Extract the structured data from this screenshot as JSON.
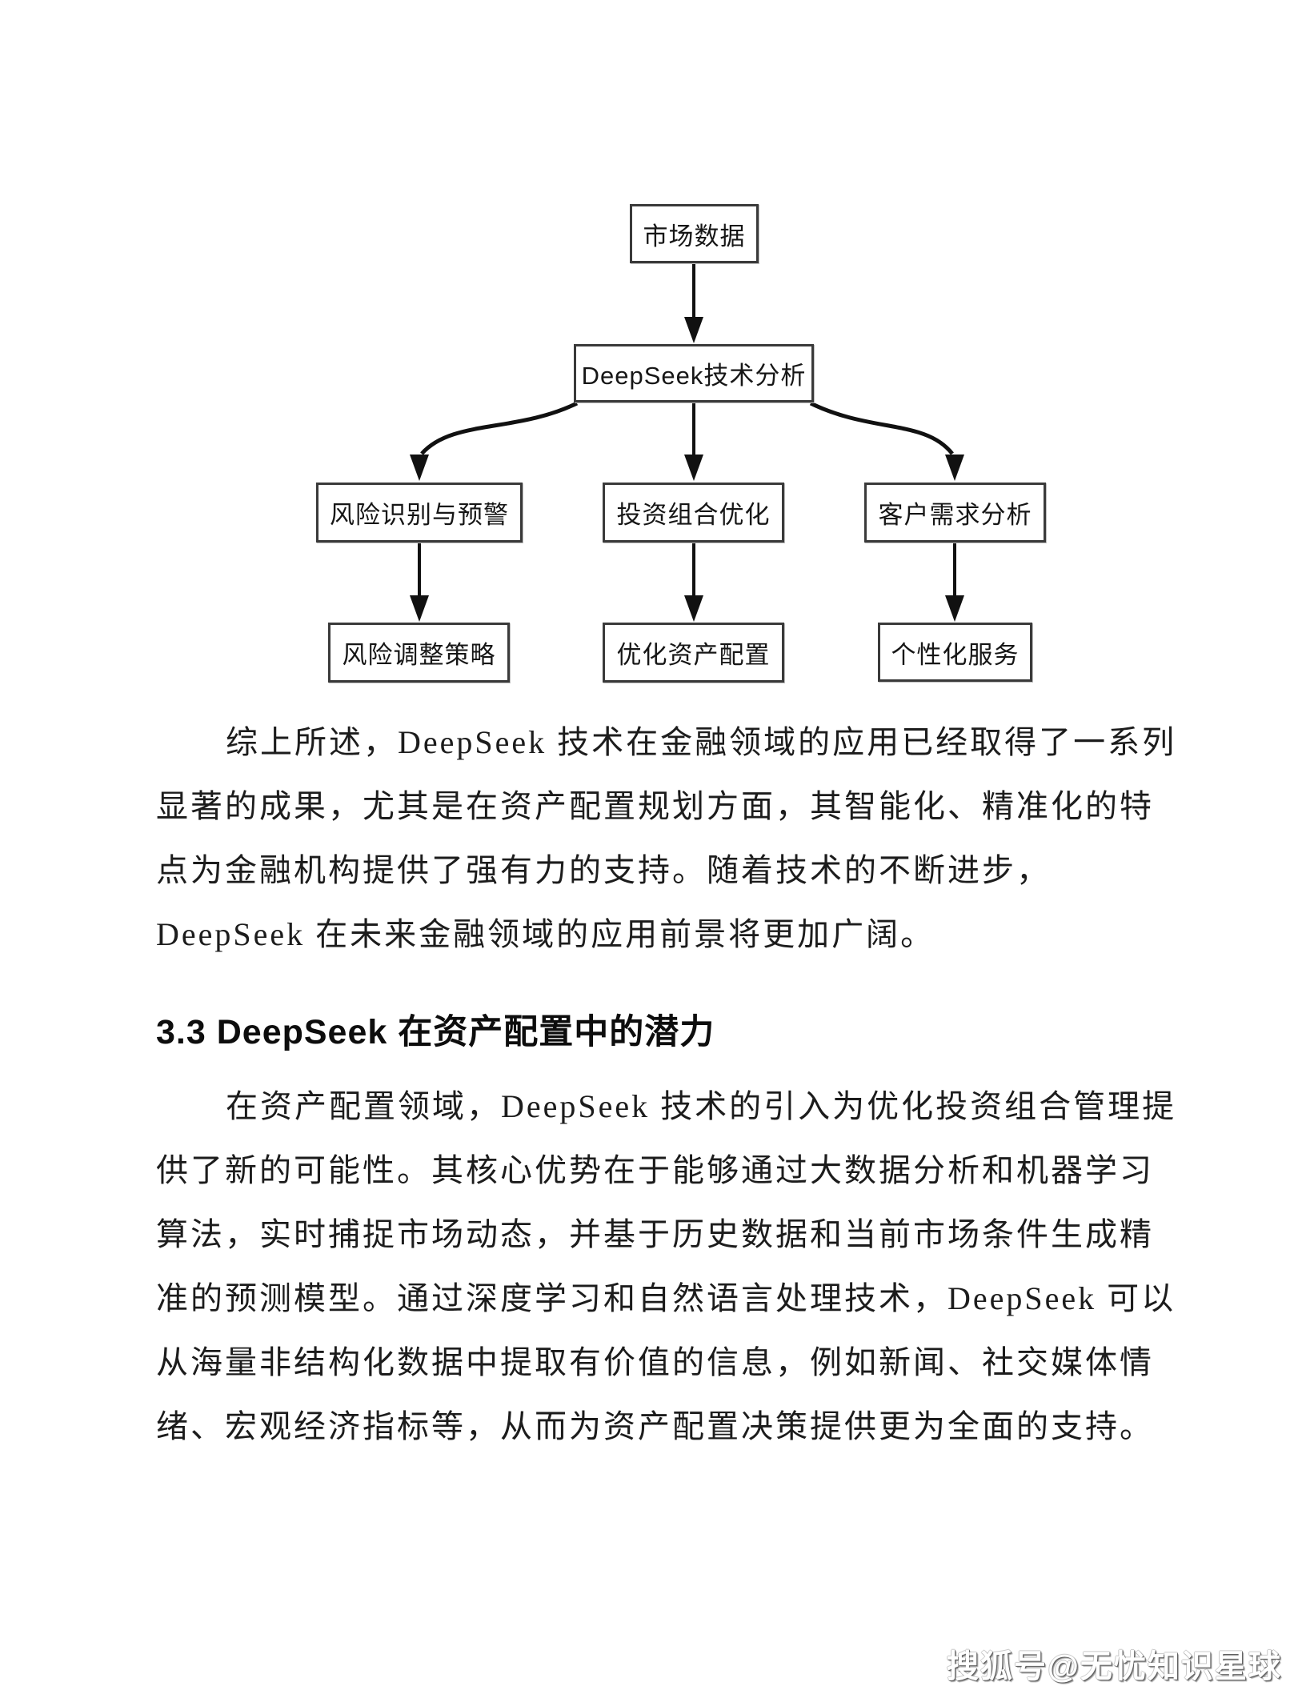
{
  "flowchart": {
    "nodes": [
      {
        "id": "market-data",
        "label": "市场数据"
      },
      {
        "id": "deepseek-analysis",
        "label": "DeepSeek技术分析"
      },
      {
        "id": "risk-identification",
        "label": "风险识别与预警"
      },
      {
        "id": "portfolio-optimization",
        "label": "投资组合优化"
      },
      {
        "id": "customer-needs",
        "label": "客户需求分析"
      },
      {
        "id": "risk-adjustment",
        "label": "风险调整策略"
      },
      {
        "id": "optimize-allocation",
        "label": "优化资产配置"
      },
      {
        "id": "personalized-service",
        "label": "个性化服务"
      }
    ]
  },
  "content": {
    "paragraph1": {
      "lines": [
        "综上所述，DeepSeek 技术在金融领域的应用已经取得了一系列",
        "显著的成果，尤其是在资产配置规划方面，其智能化、精准化的特",
        "点为金融机构提供了强有力的支持。随着技术的不断进步，",
        "DeepSeek 在未来金融领域的应用前景将更加广阔。"
      ]
    },
    "heading": "3.3 DeepSeek 在资产配置中的潜力",
    "paragraph2": {
      "lines": [
        "在资产配置领域，DeepSeek 技术的引入为优化投资组合管理提",
        "供了新的可能性。其核心优势在于能够通过大数据分析和机器学习",
        "算法，实时捕捉市场动态，并基于历史数据和当前市场条件生成精",
        "准的预测模型。通过深度学习和自然语言处理技术，DeepSeek 可以",
        "从海量非结构化数据中提取有价值的信息，例如新闻、社交媒体情",
        "绪、宏观经济指标等，从而为资产配置决策提供更为全面的支持。"
      ]
    }
  },
  "watermark": "搜狐号@无忧知识星球",
  "colors": {
    "box_border": "#3a3a3a",
    "arrow": "#111111",
    "text": "#1c1c1c",
    "background": "#ffffff"
  }
}
